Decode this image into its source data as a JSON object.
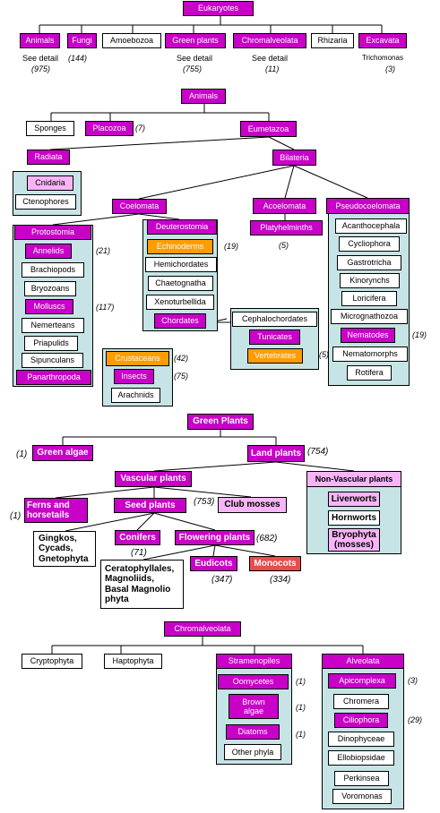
{
  "euk": {
    "root": "Eukaryotes",
    "animals": "Animals",
    "fungi": "Fungi",
    "amoebozoa": "Amoebozoa",
    "green_plants": "Green plants",
    "chromalveolata": "Chromalveolata",
    "rhizaria": "Rhizaria",
    "excavata": "Excavata",
    "see_detail": "See detail",
    "trichomonas": "Trichomonas",
    "n_animals": "(975)",
    "n_fungi": "(144)",
    "n_green": "(755)",
    "n_chrom": "(11)",
    "n_excavata": "(3)"
  },
  "animals": {
    "root": "Animals",
    "sponges": "Sponges",
    "placozoa": "Placozoa",
    "n_placozoa": "(7)",
    "eumetazoa": "Eumetazoa",
    "radiata": "Radiata",
    "bilateria": "Bilateria",
    "cnidaria": "Cnidaria",
    "ctenophores": "Ctenophores",
    "coelomata": "Coelomata",
    "acoelomata": "Acoelomata",
    "pseudocoelomata": "Pseudocoelomata",
    "protostomia": "Protostomia",
    "deuterostomia": "Deuterostomia",
    "annelids": "Annelids",
    "n_annelids": "(21)",
    "brachiopods": "Brachiopods",
    "bryozoans": "Bryozoans",
    "molluscs": "Molluscs",
    "n_molluscs": "(117)",
    "nemerteans": "Nemerteans",
    "priapulids": "Priapulids",
    "sipunculans": "Sipunculans",
    "panarthropoda": "Panarthropoda",
    "crustaceans": "Crustaceans",
    "n_crustaceans": "(42)",
    "insects": "Insects",
    "n_insects": "(75)",
    "arachnids": "Arachnids",
    "echinoderms": "Echinoderms",
    "n_echinoderms": "(19)",
    "hemichordates": "Hemichordates",
    "chaetognatha": "Chaetognatha",
    "xenoturbellida": "Xenoturbellida",
    "chordates": "Chordates",
    "cephalochordates": "Cephalochordates",
    "tunicates": "Tunicates",
    "vertebrates": "Vertebrates",
    "n_vertebrates": "(5)",
    "platyhelminths": "Platyhelminths",
    "n_platyhelminths": "(5)",
    "acanthocephala": "Acanthocephala",
    "cycliophora": "Cycliophora",
    "gastrotricha": "Gastrotricha",
    "kinorynchs": "Kinorynchs",
    "loricifera": "Loricifera",
    "micrognathozoa": "Micrognathozoa",
    "nematodes": "Nematodes",
    "n_nematodes": "(19)",
    "nematomorphs": "Nematomorphs",
    "rotifera": "Rotifera"
  },
  "plants": {
    "root": "Green Plants",
    "green_algae": "Green algae",
    "n_green_algae": "(1)",
    "land_plants": "Land plants",
    "n_land_plants": "(754)",
    "vascular": "Vascular plants",
    "n_vascular": "(753)",
    "nonvascular": "Non-Vascular plants",
    "ferns_1": "Ferns and",
    "ferns_2": "horsetails",
    "n_ferns": "(1)",
    "seed_plants": "Seed plants",
    "club_mosses": "Club mosses",
    "liverworts": "Liverworts",
    "hornworts": "Hornworts",
    "bryophyta_1": "Bryophyta",
    "bryophyta_2": "(mosses)",
    "gingkos_1": "Gingkos,",
    "gingkos_2": "Cycads,",
    "gingkos_3": "Gnetophyta",
    "conifers": "Conifers",
    "n_conifers": "(71)",
    "flowering": "Flowering plants",
    "n_flowering": "(682)",
    "basal_1": "Ceratophyllales,",
    "basal_2": "Magnoliids,",
    "basal_3": "Basal Magnolio",
    "basal_4": "phyta",
    "eudicots": "Eudicots",
    "n_eudicots": "(347)",
    "monocots": "Monocots",
    "n_monocots": "(334)"
  },
  "chrom": {
    "root": "Chromalveolata",
    "cryptophyta": "Cryptophyta",
    "haptophyta": "Haptophyta",
    "stramenopiles": "Stramenopiles",
    "alveolata": "Alveolata",
    "oomycetes": "Oomycetes",
    "n_oomycetes": "(1)",
    "brown_1": "Brown",
    "brown_2": "algae",
    "n_brown": "(1)",
    "diatoms": "Diatoms",
    "n_diatoms": "(1)",
    "other_phyla": "Other phyla",
    "apicomplexa": "Apicomplexa",
    "n_apicomplexa": "(3)",
    "chromera": "Chromera",
    "ciliophora": "Ciliophora",
    "n_ciliophora": "(29)",
    "dinophyceae": "Dinophyceae",
    "ellobiopsidae": "Ellobiopsidae",
    "perkinsea": "Perkinsea",
    "voromonas": "Voromonas"
  }
}
